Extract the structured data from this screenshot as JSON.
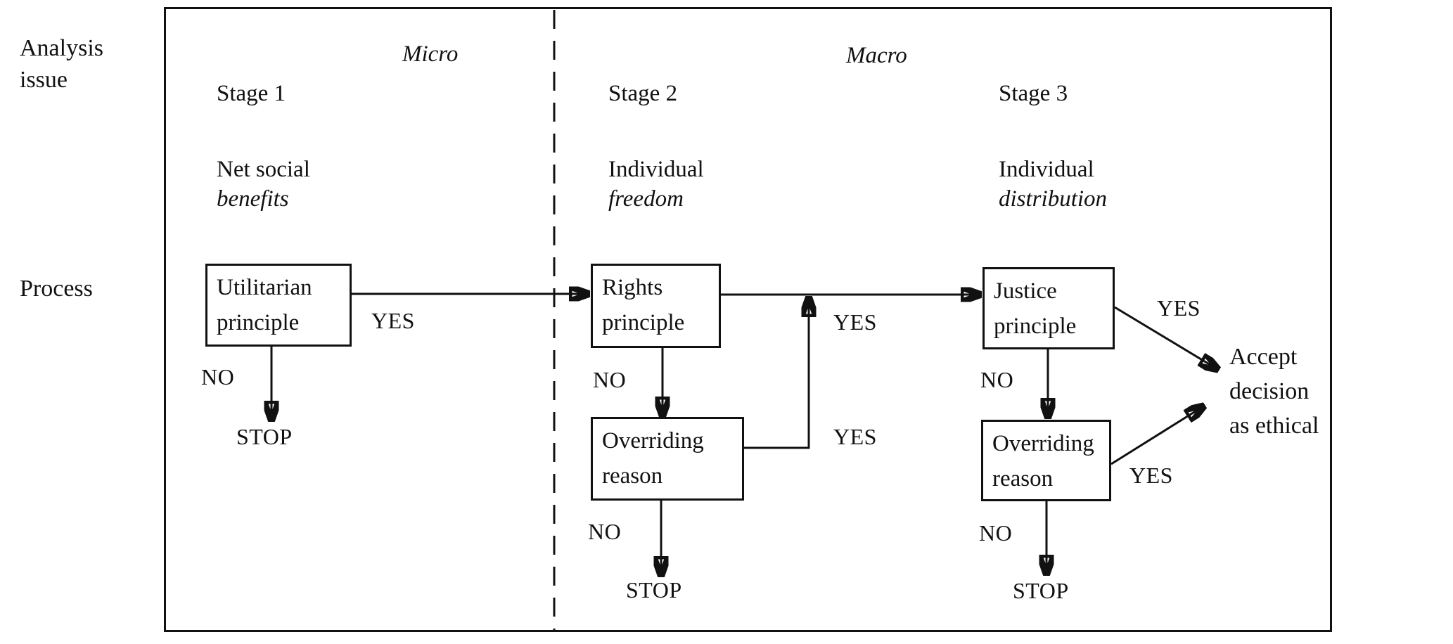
{
  "diagram": {
    "title_semantic": "Three-stage ethical decision flowchart",
    "row_labels": {
      "analysis_line1": "Analysis",
      "analysis_line2": "issue",
      "process": "Process"
    },
    "sections": {
      "micro": "Micro",
      "macro": "Macro"
    },
    "stages": [
      {
        "title": "Stage 1",
        "issue_line1": "Net social",
        "issue_line2": "benefits"
      },
      {
        "title": "Stage 2",
        "issue_line1": "Individual",
        "issue_line2": "freedom"
      },
      {
        "title": "Stage 3",
        "issue_line1": "Individual",
        "issue_line2": "distribution"
      }
    ],
    "boxes": {
      "utilitarian": {
        "line1": "Utilitarian",
        "line2": "principle"
      },
      "rights": {
        "line1": "Rights",
        "line2": "principle"
      },
      "justice": {
        "line1": "Justice",
        "line2": "principle"
      },
      "overriding_stage2": {
        "line1": "Overriding",
        "line2": "reason"
      },
      "overriding_stage3": {
        "line1": "Overriding",
        "line2": "reason"
      }
    },
    "labels": {
      "yes": "YES",
      "no": "NO",
      "stop": "STOP"
    },
    "endpoints": {
      "accept_line1": "Accept",
      "accept_line2": "decision",
      "accept_line3": "as ethical"
    },
    "colors": {
      "ink": "#111111",
      "background": "#ffffff"
    }
  }
}
